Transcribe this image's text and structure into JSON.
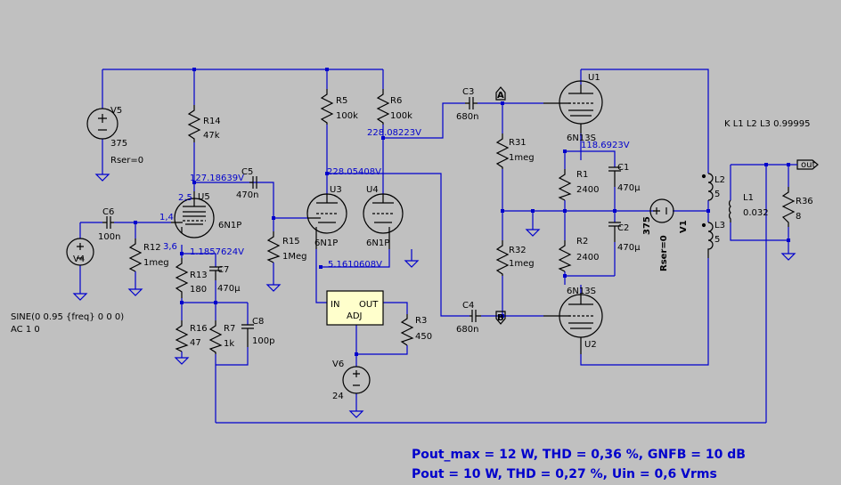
{
  "colors": {
    "background": "#c0c0c0",
    "wire": "#0000cc",
    "component": "#000000",
    "voltage_label": "#0000cc",
    "regulator_fill": "#ffffcc"
  },
  "components": {
    "V5": {
      "name": "V5",
      "value": "375",
      "param": "Rser=0"
    },
    "R14": {
      "name": "R14",
      "value": "47k"
    },
    "R5": {
      "name": "R5",
      "value": "100k"
    },
    "R6": {
      "name": "R6",
      "value": "100k"
    },
    "C3": {
      "name": "C3",
      "value": "680n"
    },
    "C4": {
      "name": "C4",
      "value": "680n"
    },
    "C5": {
      "name": "C5",
      "value": "470n"
    },
    "C6": {
      "name": "C6",
      "value": "100n"
    },
    "U1": {
      "name": "U1",
      "type": "6N13S"
    },
    "U2": {
      "name": "U2",
      "type": "6N13S"
    },
    "U3": {
      "name": "U3",
      "type": "6N1P"
    },
    "U4": {
      "name": "U4",
      "type": "6N1P"
    },
    "U5": {
      "name": "U5",
      "type": "6N1P",
      "pins_top": "2,5",
      "pin_grid": "1,4",
      "pins_bottom": "3,6"
    },
    "V4": {
      "name": "V4",
      "source": "SINE(0 0.95 {freq} 0 0 0)",
      "ac": "AC 1 0"
    },
    "R12": {
      "name": "R12",
      "value": "1meg"
    },
    "R15": {
      "name": "R15",
      "value": "1Meg"
    },
    "R13": {
      "name": "R13",
      "value": "180"
    },
    "C7": {
      "name": "C7",
      "value": "470µ"
    },
    "R16": {
      "name": "R16",
      "value": "47"
    },
    "R7": {
      "name": "R7",
      "value": "1k"
    },
    "C8": {
      "name": "C8",
      "value": "100p"
    },
    "R31": {
      "name": "R31",
      "value": "1meg"
    },
    "R32": {
      "name": "R32",
      "value": "1meg"
    },
    "R1": {
      "name": "R1",
      "value": "2400"
    },
    "R2": {
      "name": "R2",
      "value": "2400"
    },
    "C1": {
      "name": "C1",
      "value": "470µ"
    },
    "C2": {
      "name": "C2",
      "value": "470µ"
    },
    "V1": {
      "name": "V1",
      "value": "375",
      "param": "Rser=0"
    },
    "L1": {
      "name": "L1",
      "value": "0.032"
    },
    "L2": {
      "name": "L2",
      "value": "5"
    },
    "L3": {
      "name": "L3",
      "value": "5"
    },
    "R36": {
      "name": "R36",
      "value": "8"
    },
    "R3": {
      "name": "R3",
      "value": "450"
    },
    "V6": {
      "name": "V6",
      "value": "24"
    },
    "REG": {
      "in": "IN",
      "out": "OUT",
      "adj": "ADJ"
    }
  },
  "coupling": "K L1 L2 L3 0.99995",
  "output_label": "out",
  "markers": {
    "a": "A",
    "b": "B"
  },
  "voltages": {
    "v1": "127.18639V",
    "v2": "1.1857624V",
    "v3": "228.08223V",
    "v4": "228.05408V",
    "v5": "5.1610608V",
    "v6": "118.6923V"
  },
  "summary": {
    "line1": "Pout_max = 12 W, THD = 0,36 %, GNFB = 10 dB",
    "line2": "Pout = 10 W, THD = 0,27 %, Uin = 0,6 Vrms"
  }
}
